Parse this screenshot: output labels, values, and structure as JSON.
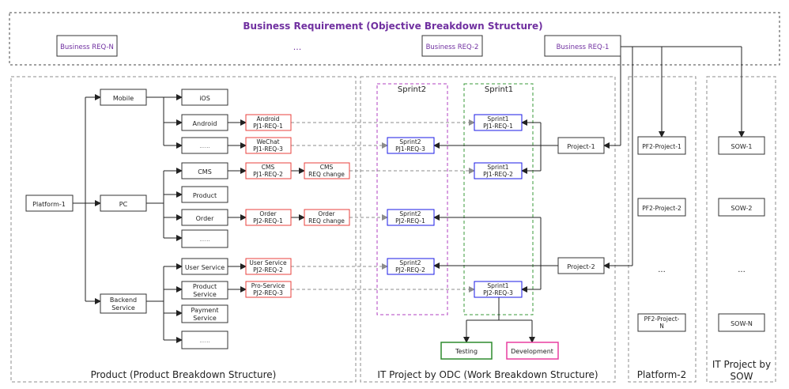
{
  "colors": {
    "purple_title": "#7030a0",
    "purple_req": "#7030a0",
    "red": "#e8413c",
    "blue": "#1a1ae6",
    "green": "#2e8b2e",
    "pink": "#e83fa0",
    "gray_dash": "#8c8c8c",
    "line": "#222222"
  },
  "top": {
    "title": "Business Requirement (Objective Breakdown Structure)",
    "req_n": "Business REQ-N",
    "ellipsis": "...",
    "req_2": "Business REQ-2",
    "req_1": "Business REQ-1"
  },
  "product": {
    "title": "Product (Product Breakdown Structure)",
    "platform": "Platform-1",
    "mobile": "Mobile",
    "pc": "PC",
    "backend": [
      "Backend",
      "Service"
    ],
    "ios": "iOS",
    "android": "Android",
    "mobile_more": "......",
    "cms": "CMS",
    "product": "Product",
    "order": "Order",
    "pc_more": "......",
    "user_service": "User Service",
    "product_service": [
      "Product",
      "Service"
    ],
    "payment_service": [
      "Payment",
      "Service"
    ],
    "backend_more": "......",
    "req_android": [
      "Android",
      "PJ1-REQ-1"
    ],
    "req_wechat": [
      "WeChat",
      "PJ1-REQ-3"
    ],
    "req_cms": [
      "CMS",
      "PJ1-REQ-2"
    ],
    "req_cms_change": [
      "CMS",
      "REQ change"
    ],
    "req_order": [
      "Order",
      "PJ2-REQ-1"
    ],
    "req_order_change": [
      "Order",
      "REQ change"
    ],
    "req_user_service": [
      "User Service",
      "PJ2-REQ-2"
    ],
    "req_pro_service": [
      "Pro-Service",
      "PJ2-REQ-3"
    ]
  },
  "odc": {
    "title": "IT Project by ODC (Work Breakdown Structure)",
    "sprint2_label": "Sprint2",
    "sprint1_label": "Sprint1",
    "s1_pj1_req1": [
      "Sprint1",
      "PJ1-REQ-1"
    ],
    "s2_pj1_req3": [
      "Sprint2",
      "PJ1-REQ-3"
    ],
    "s1_pj1_req2": [
      "Sprint1",
      "PJ1-REQ-2"
    ],
    "s2_pj2_req1": [
      "Sprint2",
      "PJ2-REQ-1"
    ],
    "s2_pj2_req2": [
      "Sprint2",
      "PJ2-REQ-2"
    ],
    "s1_pj2_req3": [
      "Sprint1",
      "PJ2-REQ-3"
    ],
    "project1": "Project-1",
    "project2": "Project-2",
    "testing": "Testing",
    "development": "Development"
  },
  "platform2": {
    "title": "Platform-2",
    "p1": "PF2-Project-1",
    "p2": "PF2-Project-2",
    "ellipsis": "...",
    "pn": [
      "PF2-Project-",
      "N"
    ]
  },
  "sow": {
    "title": [
      "IT Project by",
      "SOW"
    ],
    "s1": "SOW-1",
    "s2": "SOW-2",
    "ellipsis": "...",
    "sn": "SOW-N"
  }
}
